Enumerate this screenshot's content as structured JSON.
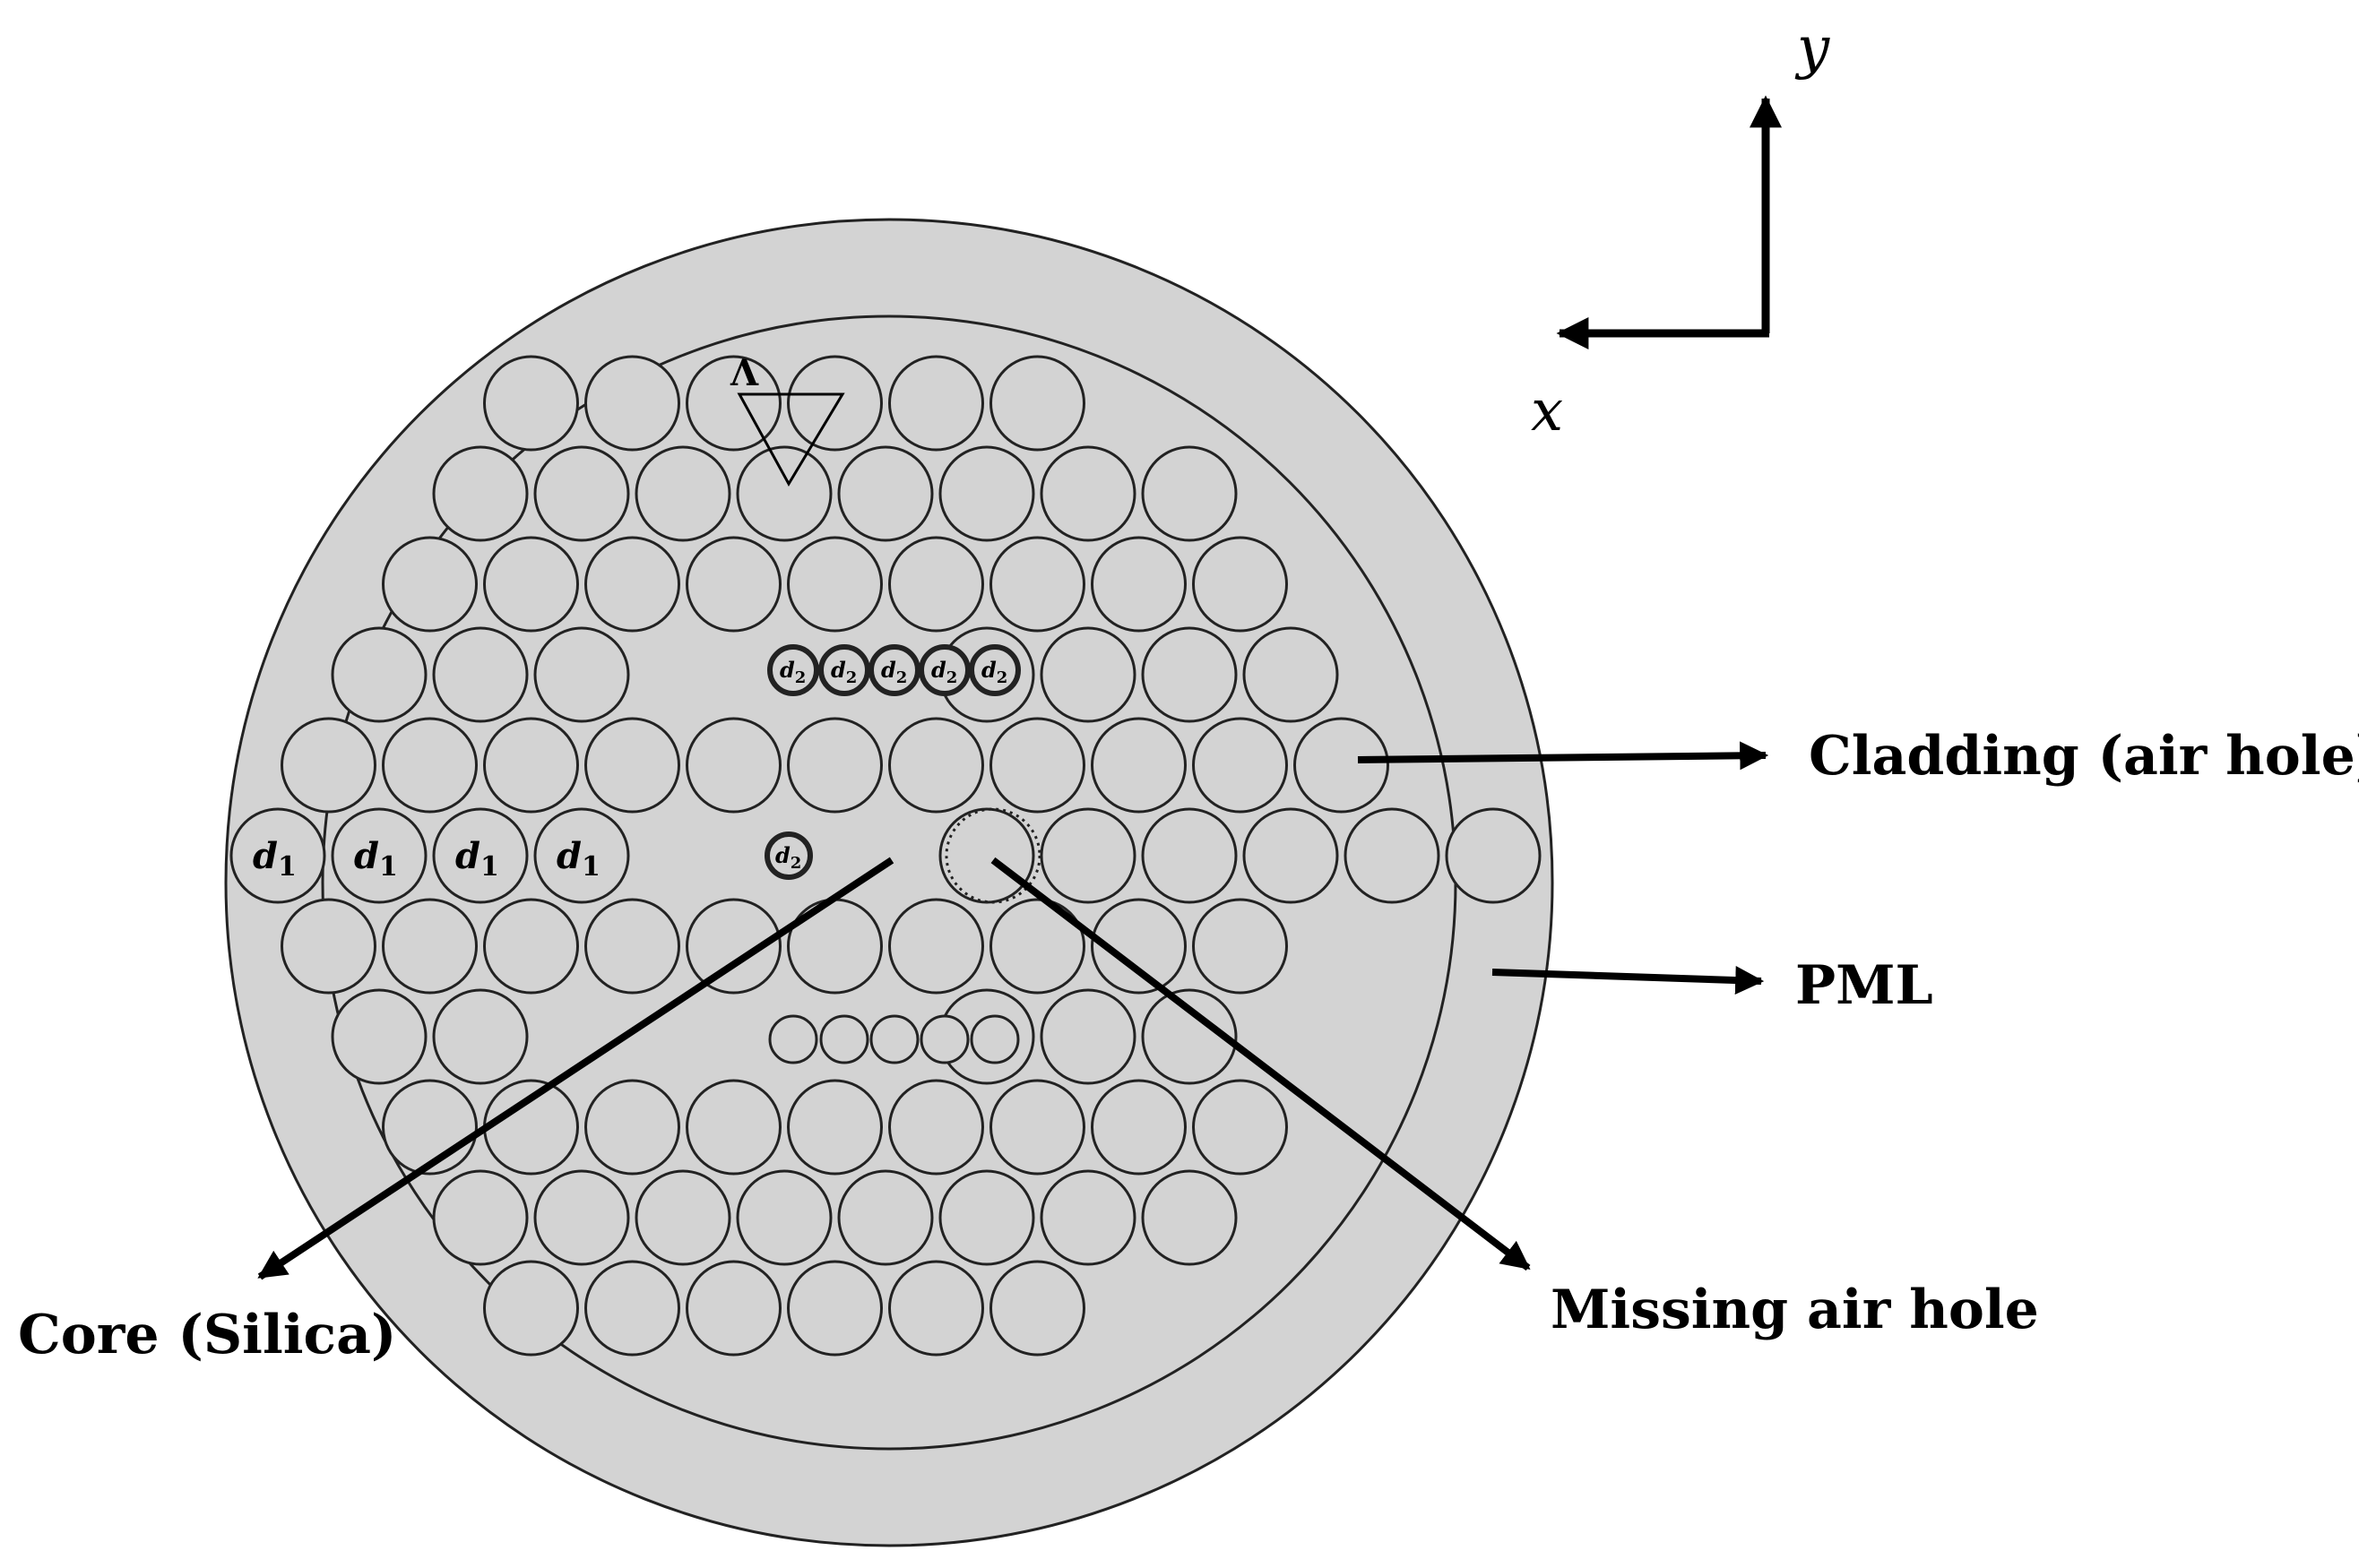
{
  "labels": {
    "cladding": "Cladding (air hole)",
    "pml": "PML",
    "core": "Core (Silica)",
    "missing": "Missing air hole",
    "axis_x": "x",
    "axis_y": "y",
    "pitch": "Λ"
  },
  "hole_labels": {
    "d1": "d",
    "d1_sub": "1",
    "d2": "d",
    "d2_sub": "2"
  },
  "colors": {
    "fill": "#d3d3d3",
    "stroke": "#222222",
    "background": "#ffffff",
    "arrow": "#000000"
  }
}
